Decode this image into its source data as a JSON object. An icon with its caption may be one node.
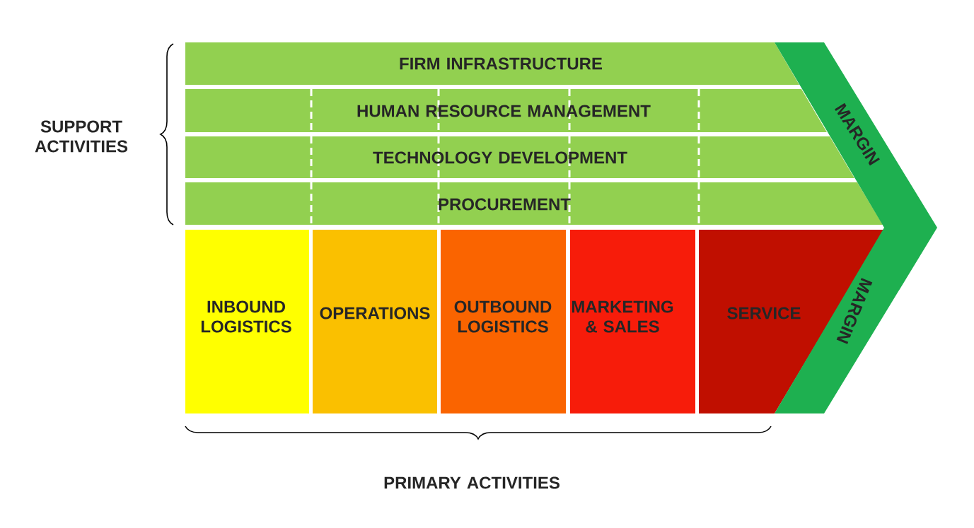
{
  "diagram": {
    "nodes": [
      {
        "text": [
          "FIRM INFRASTRUCTURE"
        ]
      },
      {
        "text": [
          "HUMAN RESOURCE MANAGEMENT"
        ]
      },
      {
        "text": [
          "TECHNOLOGY DEVELOPMENT"
        ]
      },
      {
        "text": [
          "PROCUREMENT"
        ]
      },
      {
        "text": [
          "INBOUND LOGISTICS"
        ]
      },
      {
        "text": [
          "OPERATIONS"
        ]
      },
      {
        "text": [
          "OUTBOUND LOGISTICS"
        ]
      },
      {
        "text": [
          "MARKETING & SALES"
        ]
      },
      {
        "text": [
          "SERVICE"
        ]
      },
      {
        "text": [
          "MARGIN",
          "MARGIN"
        ]
      }
    ],
    "labels": [
      "SUPPORT ACTIVITIES",
      "PRIMARY ACTIVITIES"
    ]
  }
}
